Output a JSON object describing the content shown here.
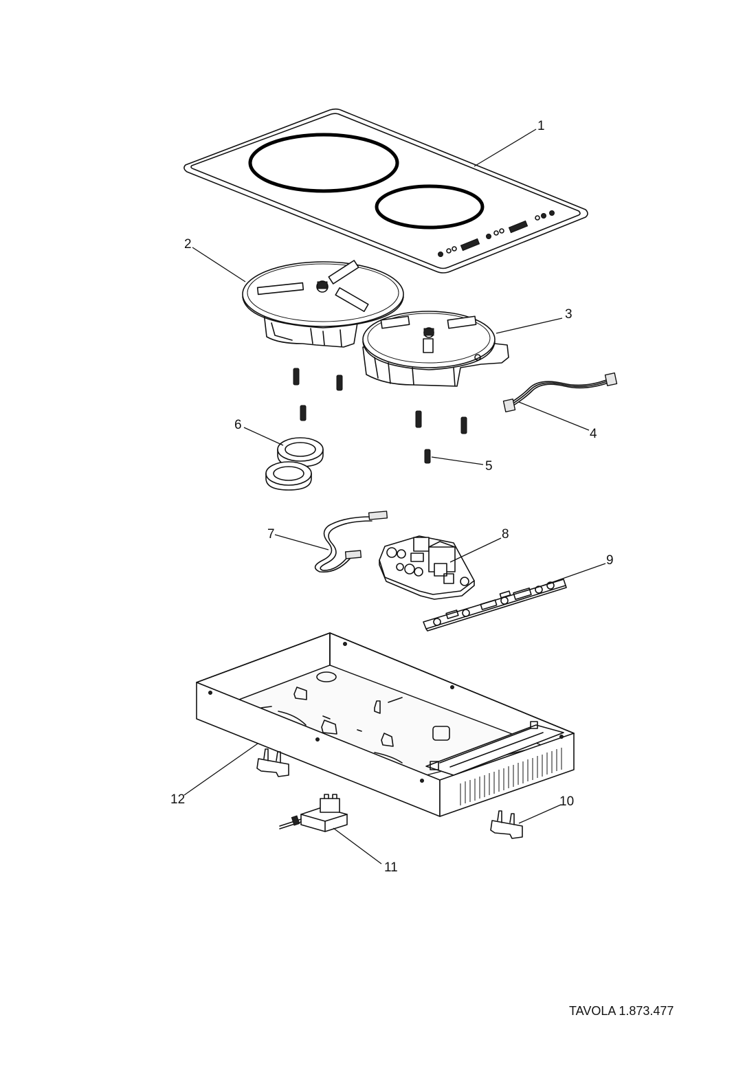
{
  "sheet_code": "TAVOLA 1.873.477",
  "callouts": [
    {
      "number": "1"
    },
    {
      "number": "2"
    },
    {
      "number": "3"
    },
    {
      "number": "4"
    },
    {
      "number": "5"
    },
    {
      "number": "6"
    },
    {
      "number": "7"
    },
    {
      "number": "8"
    },
    {
      "number": "9"
    },
    {
      "number": "10"
    },
    {
      "number": "11"
    },
    {
      "number": "12"
    }
  ]
}
